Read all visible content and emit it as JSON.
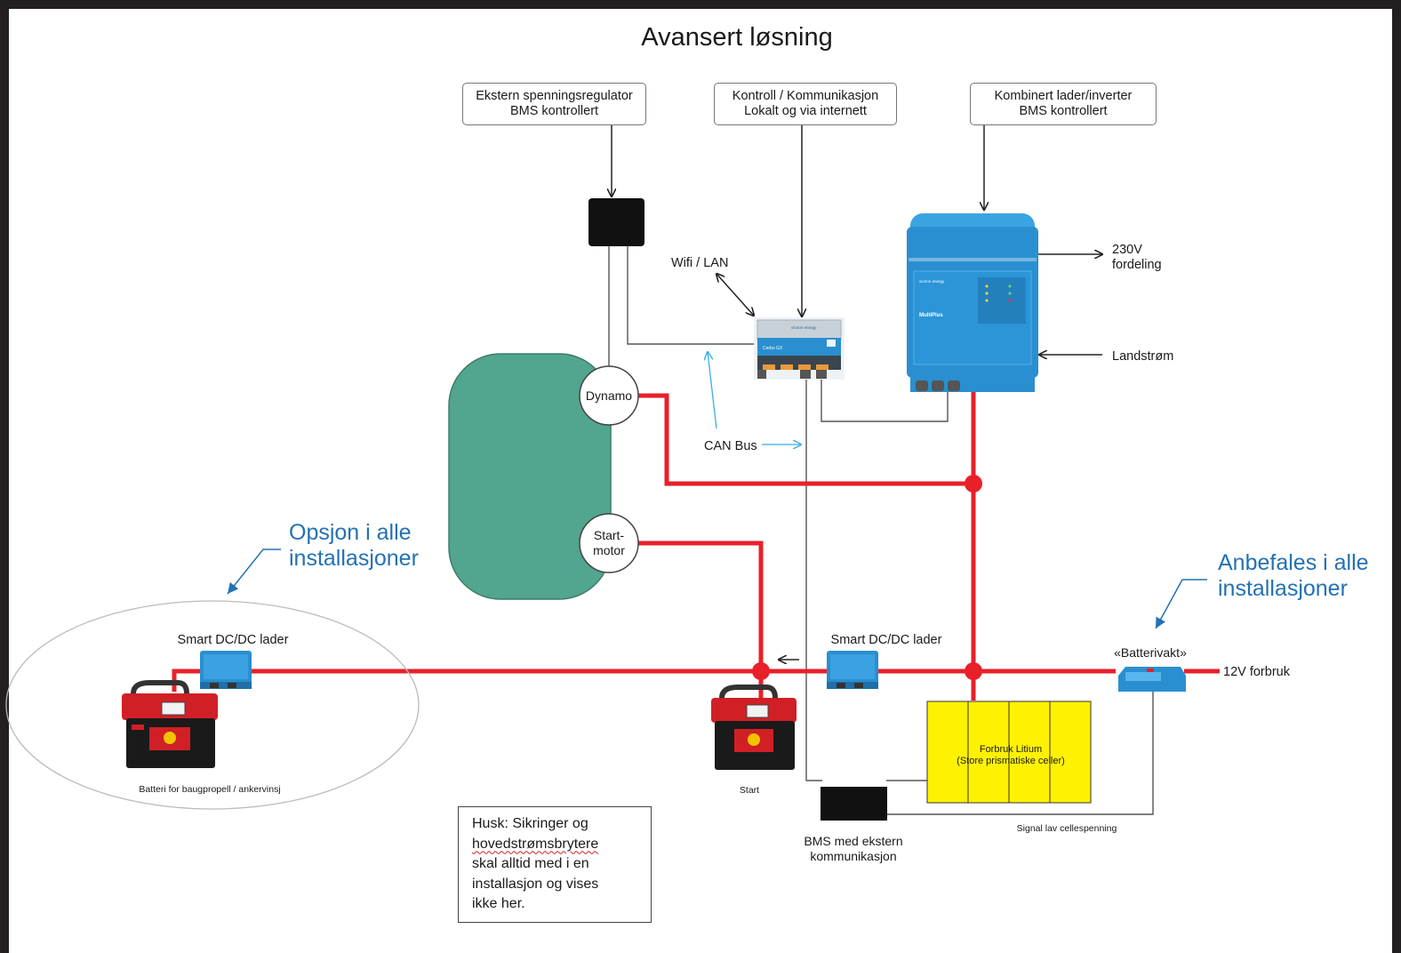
{
  "title": "Avansert løsning",
  "callouts": {
    "regulator": {
      "line1": "Ekstern spenningsregulator",
      "line2": "BMS kontrollert"
    },
    "control": {
      "line1": "Kontroll / Kommunikasjon",
      "line2": "Lokalt og via internett"
    },
    "inverter": {
      "line1": "Kombinert lader/inverter",
      "line2": "BMS kontrollert"
    }
  },
  "labels": {
    "wifi": "Wifi / LAN",
    "can_bus": "CAN Bus",
    "out_230v_1": "230V",
    "out_230v_2": "fordeling",
    "shore_power": "Landstrøm",
    "dynamo": "Dynamo",
    "starter_1": "Start-",
    "starter_2": "motor",
    "option_1": "Opsjon i alle",
    "option_2": "installasjoner",
    "recommended_1": "Anbefales i alle",
    "recommended_2": "installasjoner",
    "dcdc_left": "Smart DC/DC lader",
    "dcdc_right": "Smart DC/DC lader",
    "battery_bow": "Batteri for baugpropell / ankervinsj",
    "battery_start": "Start",
    "battery_guard": "«Batterivakt»",
    "load_12v": "12V forbruk",
    "lithium_1": "Forbruk Litium",
    "lithium_2": "(Store prismatiske celler)",
    "signal_low": "Signal lav cellespenning",
    "bms_1": "BMS med ekstern",
    "bms_2": "kommunikasjon"
  },
  "note": {
    "line1": "Husk: Sikringer og",
    "line2": "hovedstrømsbrytere",
    "line3": "skal alltid med i en",
    "line4": "installasjon og vises",
    "line5": "ikke her."
  },
  "device_text": {
    "cerbo": "Cerbo GX",
    "cerbo_brand": "victron energy",
    "multiplus": "MultiPlus",
    "multiplus_brand": "victron energy"
  },
  "colors": {
    "background": "#231f20",
    "canvas": "#ffffff",
    "dc_cable": "#e8202a",
    "engine": "#52a58e",
    "victron_blue": "#2a8fd0",
    "lithium_battery": "#fff200",
    "annotation_blue": "#2471b3",
    "can_arrow": "#3aaee6"
  }
}
